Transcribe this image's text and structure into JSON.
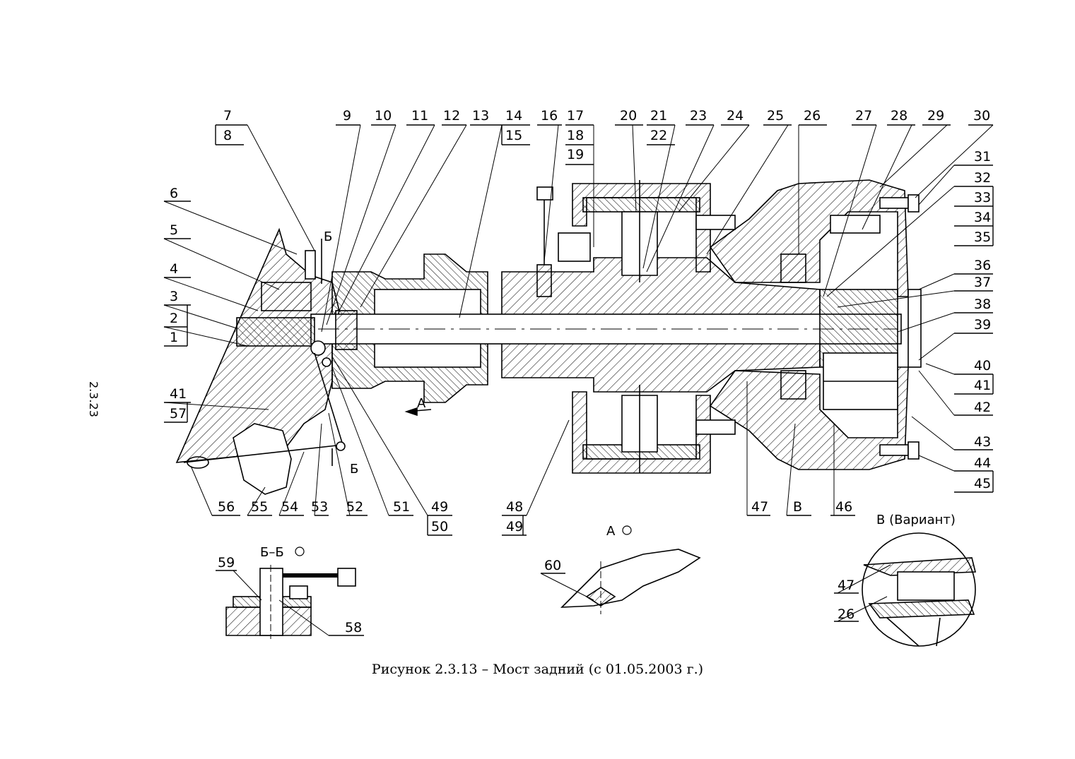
{
  "page_number": "2.3.23",
  "caption": "Рисунок 2.3.13 – Мост задний (с 01.05.2003 г.)",
  "section_labels": {
    "section_bb": "Б–Б",
    "view_a": "А",
    "view_b_variant": "В (Вариант)",
    "cut_b": "Б",
    "arrow_a": "А",
    "mark_b": "В"
  },
  "callouts": {
    "top": [
      "7",
      "8",
      "9",
      "10",
      "11",
      "12",
      "13",
      "14",
      "15",
      "16",
      "17",
      "18",
      "19",
      "20",
      "21",
      "22",
      "23",
      "24",
      "25",
      "26",
      "27",
      "28",
      "29",
      "30"
    ],
    "right": [
      "31",
      "32",
      "33",
      "34",
      "35",
      "36",
      "37",
      "38",
      "39",
      "40",
      "41",
      "42",
      "43",
      "44",
      "45"
    ],
    "left": [
      "6",
      "5",
      "4",
      "3",
      "2",
      "1",
      "41",
      "57"
    ],
    "bottom": [
      "56",
      "55",
      "54",
      "53",
      "52",
      "51",
      "49",
      "50",
      "48",
      "49",
      "47",
      "В",
      "46"
    ],
    "detail": [
      "59",
      "58",
      "60",
      "47",
      "26"
    ]
  }
}
